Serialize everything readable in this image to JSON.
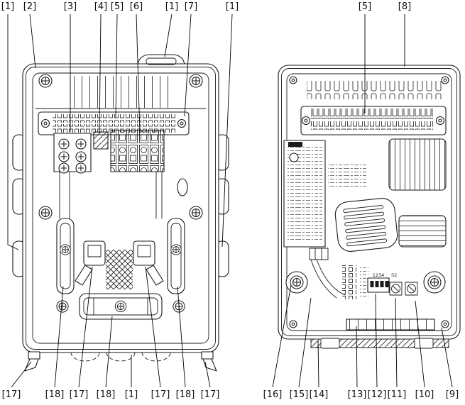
{
  "colors": {
    "background": "#ffffff",
    "line": "#1a1a1a",
    "label_text": "#111111"
  },
  "callouts": {
    "top": [
      {
        "text": "[1]"
      },
      {
        "text": "[2]"
      },
      {
        "text": "[3]"
      },
      {
        "text": "[4]"
      },
      {
        "text": "[5]"
      },
      {
        "text": "[6]"
      },
      {
        "text": "[1]"
      },
      {
        "text": "[7]"
      },
      {
        "text": "[1]"
      },
      {
        "text": "[5]"
      },
      {
        "text": "[8]"
      }
    ],
    "bottom": [
      {
        "text": "[17]"
      },
      {
        "text": "[18]"
      },
      {
        "text": "[17]"
      },
      {
        "text": "[18]"
      },
      {
        "text": "[1]"
      },
      {
        "text": "[17]"
      },
      {
        "text": "[18]"
      },
      {
        "text": "[17]"
      },
      {
        "text": "[16]"
      },
      {
        "text": "[15]"
      },
      {
        "text": "[14]"
      },
      {
        "text": "[13]"
      },
      {
        "text": "[12]"
      },
      {
        "text": "[11]"
      },
      {
        "text": "[10]"
      },
      {
        "text": "[9]"
      }
    ]
  },
  "right_device": {
    "dip_switch_label": "1234",
    "dip_switch_designator": "S2"
  }
}
